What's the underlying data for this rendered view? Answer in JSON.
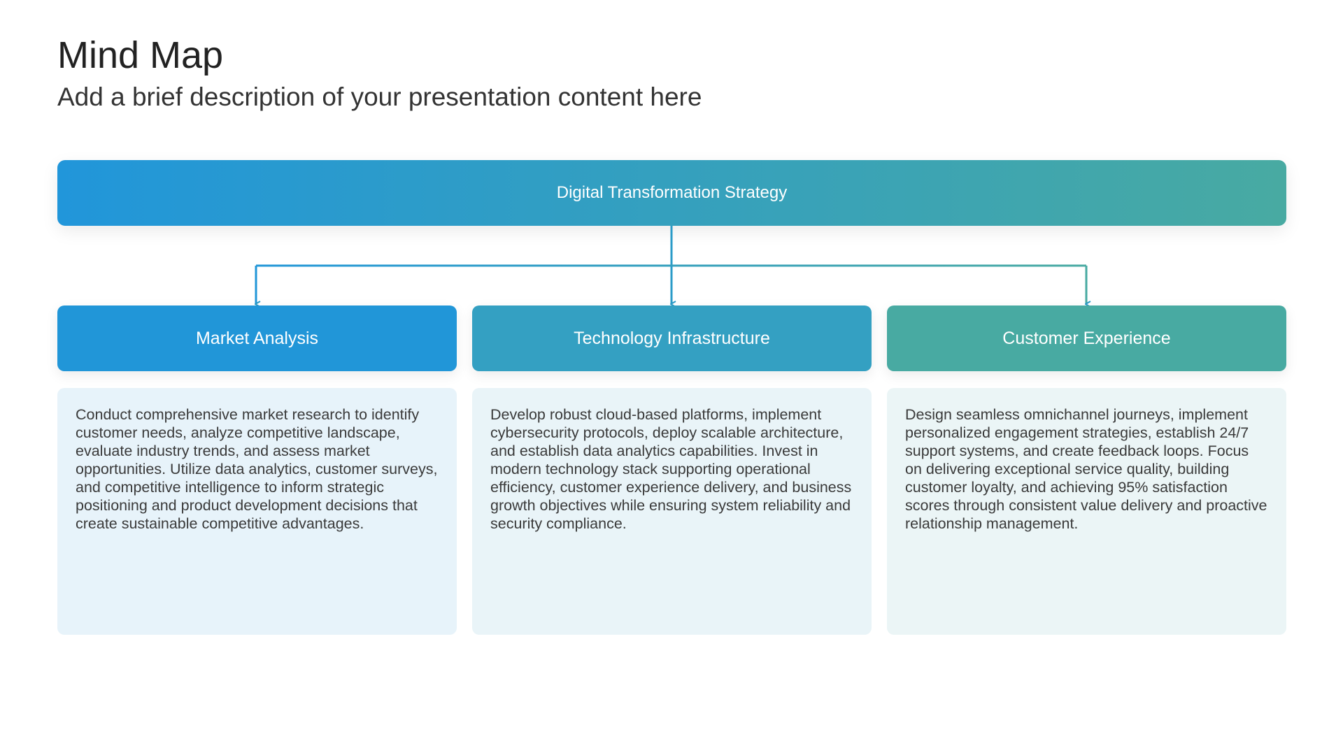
{
  "header": {
    "title": "Mind Map",
    "subtitle": "Add a brief description of your presentation content here"
  },
  "root": {
    "label": "Digital Transformation Strategy"
  },
  "branches": [
    {
      "label": "Market Analysis",
      "color": "#2196d8",
      "description": "Conduct comprehensive market research to identify customer needs, analyze competitive landscape, evaluate industry trends, and assess market opportunities. Utilize data analytics, customer surveys, and competitive intelligence to inform strategic positioning and product development decisions that create sustainable competitive advantages."
    },
    {
      "label": "Technology Infrastructure",
      "color": "#34a0c2",
      "description": "Develop robust cloud-based platforms, implement cybersecurity protocols, deploy scalable architecture, and establish data analytics capabilities. Invest in modern technology stack supporting operational efficiency, customer experience delivery, and business growth objectives while ensuring system reliability and security compliance."
    },
    {
      "label": "Customer Experience",
      "color": "#48aaa2",
      "description": "Design seamless omnichannel journeys, implement personalized engagement strategies, establish 24/7 support systems, and create feedback loops. Focus on delivering exceptional service quality, building customer loyalty, and achieving 95% satisfaction scores through consistent value delivery and proactive relationship management."
    }
  ]
}
